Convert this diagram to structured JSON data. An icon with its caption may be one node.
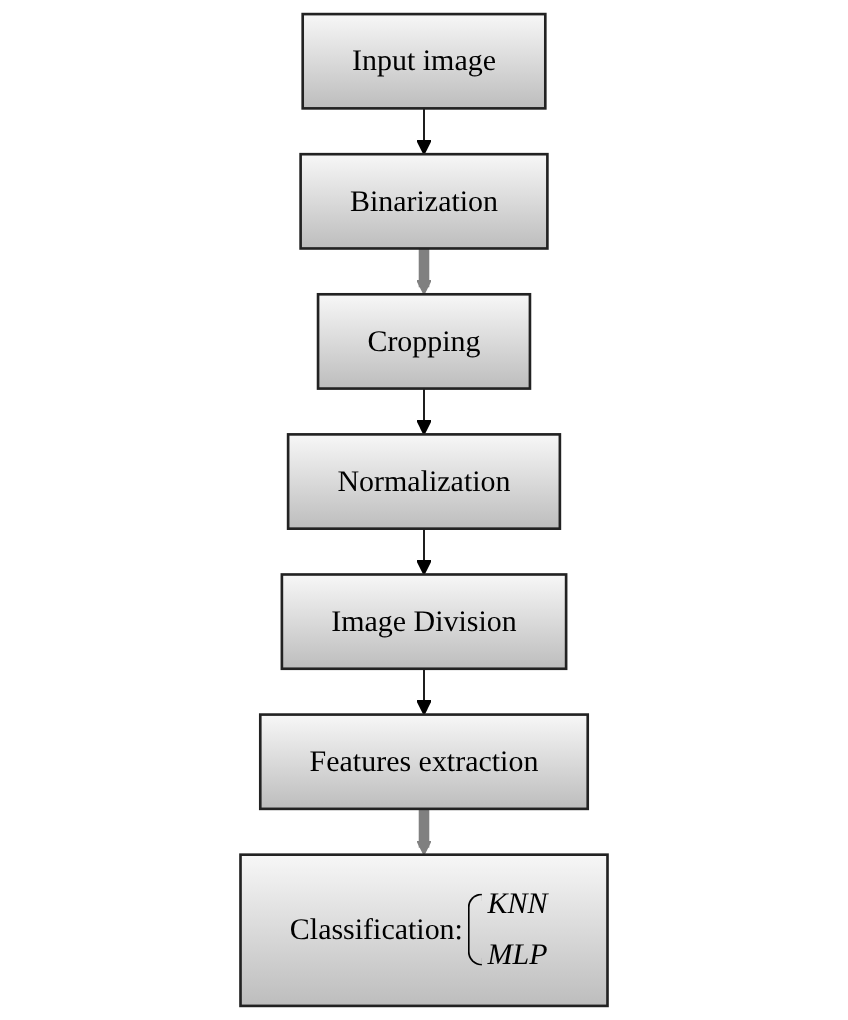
{
  "diagram": {
    "nodes": [
      {
        "text": [
          "Input image"
        ]
      },
      {
        "text": [
          "Binarization"
        ]
      },
      {
        "text": [
          "Cropping"
        ]
      },
      {
        "text": [
          "Normalization"
        ]
      },
      {
        "text": [
          "Image Division"
        ]
      },
      {
        "text": [
          "Features extraction"
        ]
      },
      {
        "text": [
          "Classification:",
          "KNN",
          "MLP"
        ]
      }
    ],
    "edges": [
      {
        "from": 0,
        "to": 1,
        "arrow": "to"
      },
      {
        "from": 1,
        "to": 2,
        "arrow": "to",
        "style": "thick",
        "color": "#808080"
      },
      {
        "from": 2,
        "to": 3,
        "arrow": "to"
      },
      {
        "from": 3,
        "to": 4,
        "arrow": "to"
      },
      {
        "from": 4,
        "to": 5,
        "arrow": "to"
      },
      {
        "from": 5,
        "to": 6,
        "arrow": "to",
        "style": "thick",
        "color": "#808080"
      }
    ]
  }
}
